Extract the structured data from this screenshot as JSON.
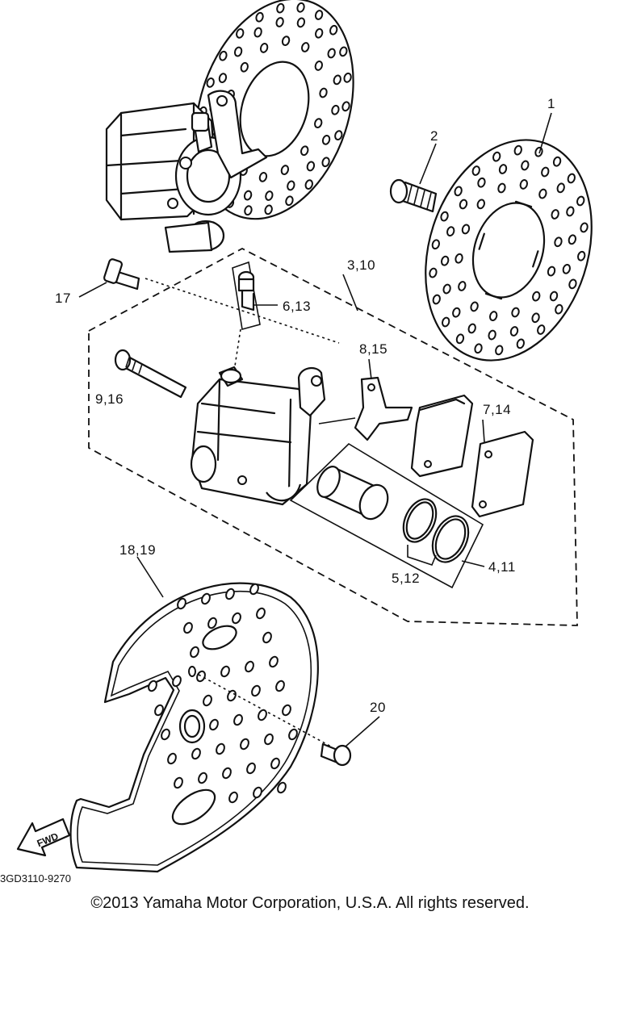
{
  "diagram": {
    "callouts": {
      "c1": "1",
      "c2": "2",
      "c3": "3,10",
      "c4": "4,11",
      "c5": "5,12",
      "c6": "6,13",
      "c7": "7,14",
      "c8": "8,15",
      "c9": "9,16",
      "c17": "17",
      "c18": "18,19",
      "c20": "20"
    },
    "direction_label": "FWD",
    "drawing_code": "3GD3110-9270"
  },
  "footer": {
    "copyright": "©2013 Yamaha Motor Corporation, U.S.A. All rights reserved."
  }
}
